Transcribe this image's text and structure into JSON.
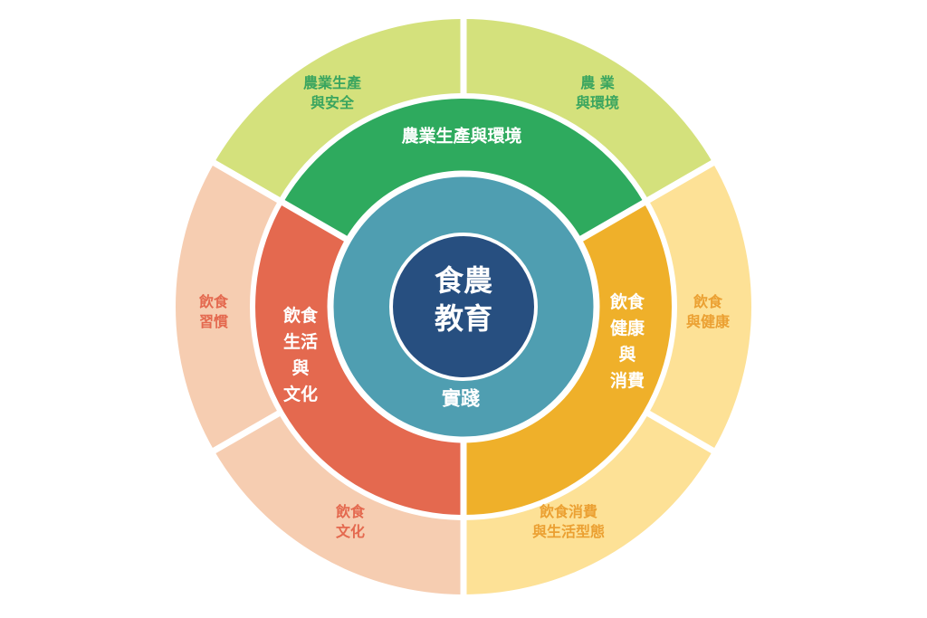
{
  "center": {
    "title": "食農\n教育",
    "sub": "實踐",
    "colors": {
      "core": "#274f80",
      "teal": "#4f9eb1"
    }
  },
  "middle": [
    {
      "label": "農業生產與環境",
      "color": "#2eaa5e"
    },
    {
      "label": "飲食\n生活\n與\n文化",
      "color": "#e4694f"
    },
    {
      "label": "飲食\n健康\n與\n消費",
      "color": "#efb02a"
    }
  ],
  "outer": [
    {
      "label": "農業生產\n與安全",
      "color": "#d4e17c",
      "text_color": "#3aa55f"
    },
    {
      "label": "農 業\n與環境",
      "color": "#d4e17c",
      "text_color": "#3aa55f"
    },
    {
      "label": "飲食\n習慣",
      "color": "#f6cdb1",
      "text_color": "#e4694f"
    },
    {
      "label": "飲食\n文化",
      "color": "#f6cdb1",
      "text_color": "#e4694f"
    },
    {
      "label": "飲食消費\n與生活型態",
      "color": "#fde196",
      "text_color": "#eba032"
    },
    {
      "label": "飲食\n與健康",
      "color": "#fde196",
      "text_color": "#eba032"
    }
  ]
}
